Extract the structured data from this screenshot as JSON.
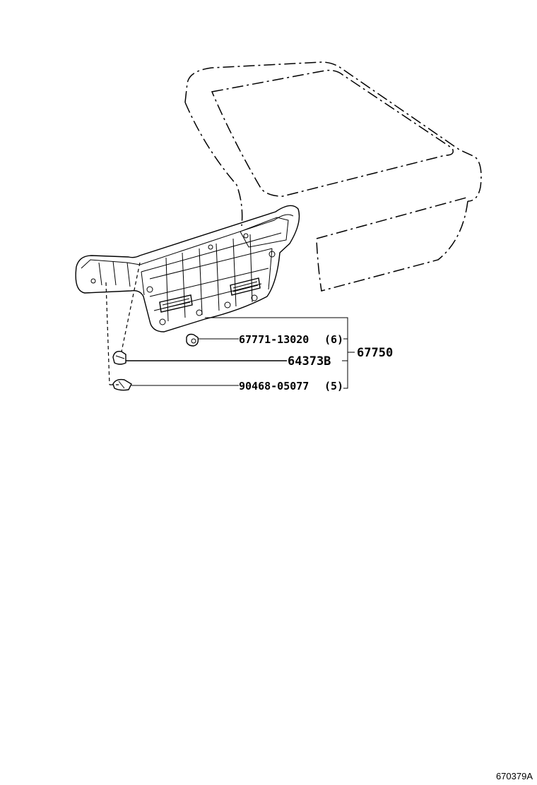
{
  "callouts": {
    "clip_part": "67771-13020",
    "clip_qty": "(6)",
    "retainer_part": "64373B",
    "fastener_part": "90468-05077",
    "fastener_qty": "(5)",
    "assembly_part": "67750"
  },
  "illustration_ref": "670379A"
}
